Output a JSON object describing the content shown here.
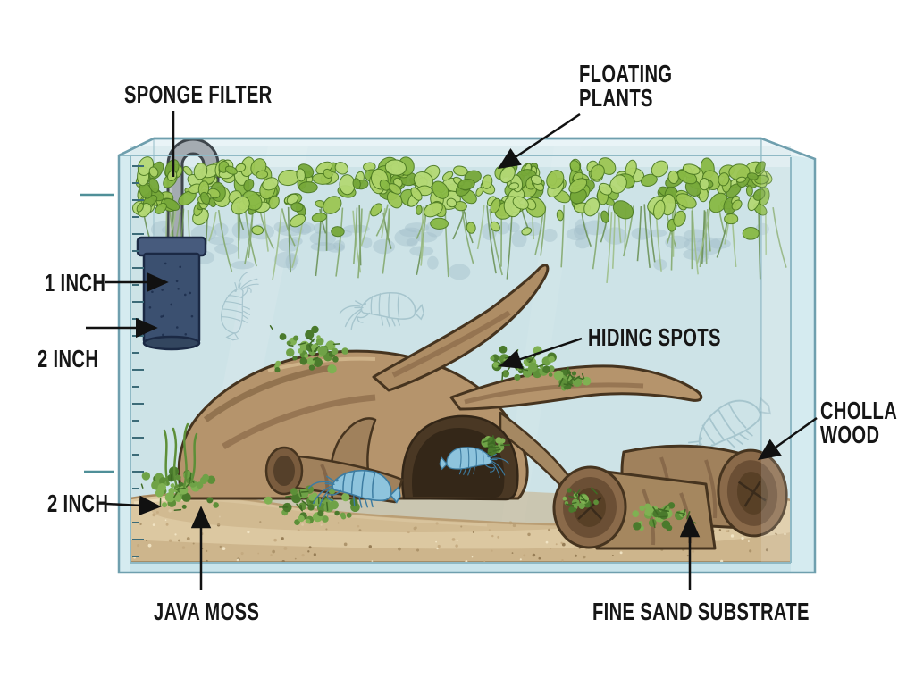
{
  "labels": {
    "sponge_filter": "SPONGE FILTER",
    "floating_plants_line1": "FLOATING",
    "floating_plants_line2": "PLANTS",
    "one_inch": "1 INCH",
    "two_inch_upper": "2 INCH",
    "hiding_spots": "HIDING SPOTS",
    "cholla_wood_line1": "CHOLLA",
    "cholla_wood_line2": "WOOD",
    "two_inch_lower": "2 INCH",
    "java_moss": "JAVA MOSS",
    "fine_sand_substrate": "FINE SAND SUBSTRATE"
  },
  "colors": {
    "water": "#cde3e7",
    "water_top": "#dcecef",
    "glass_band": "#d5ebf0",
    "glass_line": "#6f9fae",
    "glass_inner_line": "#8fb9c5",
    "back_edge": "#9cc2cc",
    "sand": "#dcc8a1",
    "sand_dark": "#cbb389",
    "sand_line": "#a8895f",
    "sand_highlight": "#f0e3c2",
    "sand_speckles": [
      "#a98f66",
      "#c3a97e",
      "#8f764f",
      "#f3e7c8"
    ],
    "leaf_palette": [
      "#9cc653",
      "#88b944",
      "#aed468",
      "#76a839",
      "#b4d975"
    ],
    "leaf_outline": "#4c7a22",
    "root_palette": [
      "#6b9158",
      "#84a86e",
      "#9fbf8a"
    ],
    "reflection": "#a3bfca",
    "moss_palette": [
      "#5d8f38",
      "#6fa247",
      "#4a7a2c",
      "#7fb152"
    ],
    "moss_dark": "#3f6b24",
    "wood": "#b5946c",
    "wood_mid": "#9a7a55",
    "wood_dark": "#8a6a48",
    "wood_outline": "#46341f",
    "cave": "#4a3824",
    "cholla": "#a0815c",
    "cholla_ring": "#6b4f35",
    "cholla_core": "#584026",
    "filter_body": "#3b5070",
    "filter_cap": "#475b7d",
    "filter_outline": "#1b2944",
    "filter_speckle": "#1e2f4e",
    "pipe": "#a4abb1",
    "pipe_outline": "#3f464c",
    "shrimp_ghost": "#8fb3be",
    "shrimp_blue": "#8ec4dd",
    "tick": "#3c6b78",
    "depth_line": "#4f8f98",
    "arrow": "#111111",
    "label_text": "#161616"
  }
}
